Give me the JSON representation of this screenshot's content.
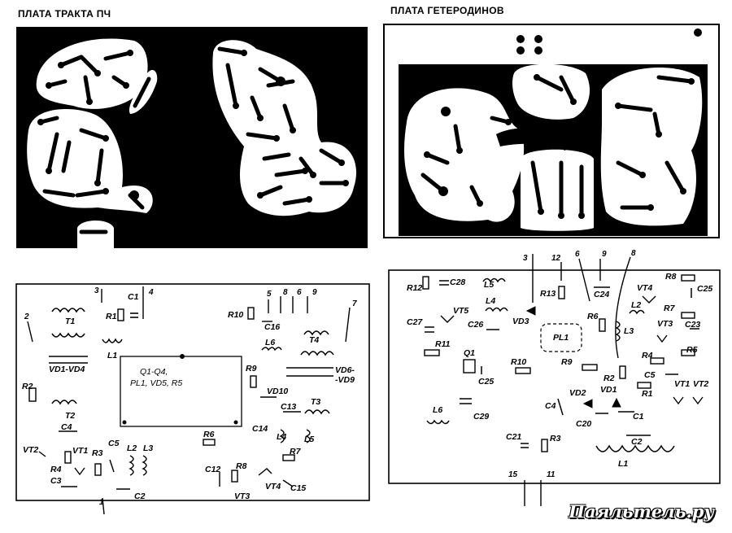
{
  "titles": {
    "if_board": "ПЛАТА ТРАКТА ПЧ",
    "lo_board": "ПЛАТА ГЕТЕРОДИНОВ"
  },
  "if_board": {
    "pins": [
      "1",
      "2",
      "3",
      "4",
      "5",
      "8",
      "6",
      "9",
      "7"
    ],
    "components": [
      "R1",
      "C1",
      "L1",
      "T1",
      "VD1-VD4",
      "R2",
      "T2",
      "C4",
      "VT2",
      "VT1",
      "R4",
      "R3",
      "C3",
      "C5",
      "L2",
      "L3",
      "C2",
      "R6",
      "R10",
      "C16",
      "L6",
      "T4",
      "VD6-",
      "-VD9",
      "R9",
      "VD10",
      "C13",
      "T3",
      "C14",
      "L4",
      "L5",
      "R7",
      "C12",
      "R8",
      "VT4",
      "C15",
      "VT3"
    ],
    "block_label_line1": "Q1-Q4,",
    "block_label_line2": "PL1, VD5, R5"
  },
  "lo_board": {
    "pins": [
      "3",
      "12",
      "6",
      "9",
      "8",
      "15",
      "11"
    ],
    "components": [
      "R12",
      "C28",
      "L5",
      "L4",
      "VT5",
      "C27",
      "C26",
      "R11",
      "Q1",
      "C25",
      "R10",
      "R13",
      "VD3",
      "C24",
      "PL1",
      "R9",
      "R6",
      "L3",
      "R2",
      "L6",
      "C29",
      "C4",
      "VD2",
      "VD1",
      "C20",
      "C1",
      "C21",
      "R3",
      "C2",
      "L1",
      "R8",
      "VT4",
      "C25",
      "L2",
      "R7",
      "VT3",
      "C23",
      "R4",
      "R5",
      "C5",
      "R1",
      "VT1",
      "VT2"
    ]
  },
  "watermark": "Паяльтель.ру"
}
